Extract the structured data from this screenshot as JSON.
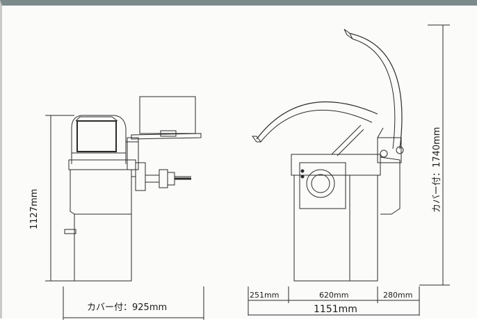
{
  "diagram": {
    "dimensions": {
      "side_height": "1127mm",
      "side_width_with_cover": "カバー付：925mm",
      "front_left": "251mm",
      "front_middle": "620mm",
      "front_right": "280mm",
      "front_total": "1151mm",
      "front_height_with_cover": "カバー付：1740mm"
    },
    "colors": {
      "line": "#2a2a2a",
      "frame_top": "#7d8a8c",
      "background": "#fbfbfa"
    }
  }
}
